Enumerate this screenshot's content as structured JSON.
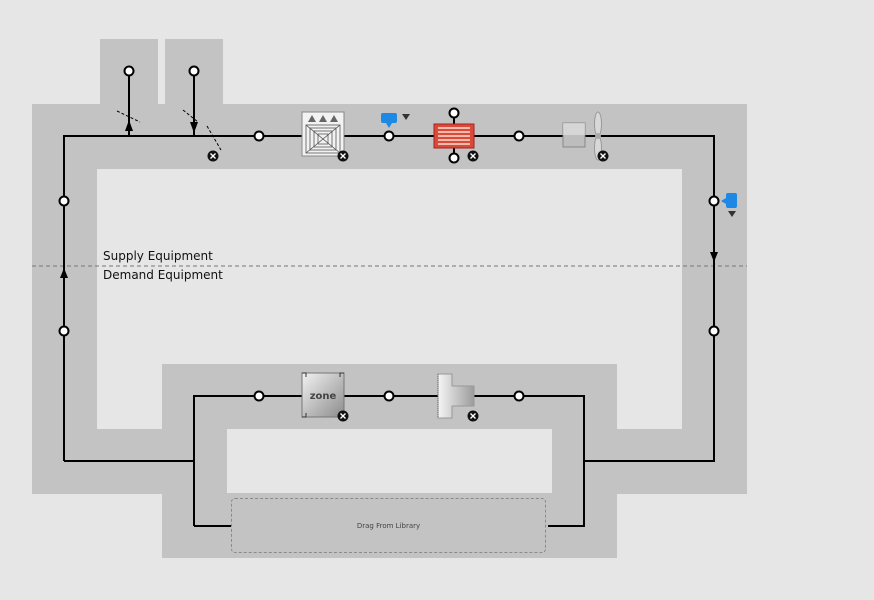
{
  "labels": {
    "supply": "Supply Equipment",
    "demand": "Demand Equipment",
    "drag_from_library": "Drag From Library",
    "zone": "zone"
  },
  "colors": {
    "background": "#e6e6e6",
    "loop_band": "#c3c3c3",
    "wire": "#000000",
    "node_fill": "#ffffff",
    "heating_coil": "#d94a3a",
    "setpoint_marker": "#1e88e5"
  },
  "icons": {
    "outdoor_air_mixer": "damper-icon",
    "filter": "filter-icon",
    "heating_coil": "heating-coil-icon",
    "fan": "fan-icon",
    "setpoint_manager": "setpoint-manager-icon",
    "thermal_zone": "thermal-zone-icon",
    "air_terminal": "air-terminal-icon",
    "remove": "remove-icon",
    "flow_arrow": "flow-arrow-icon"
  }
}
